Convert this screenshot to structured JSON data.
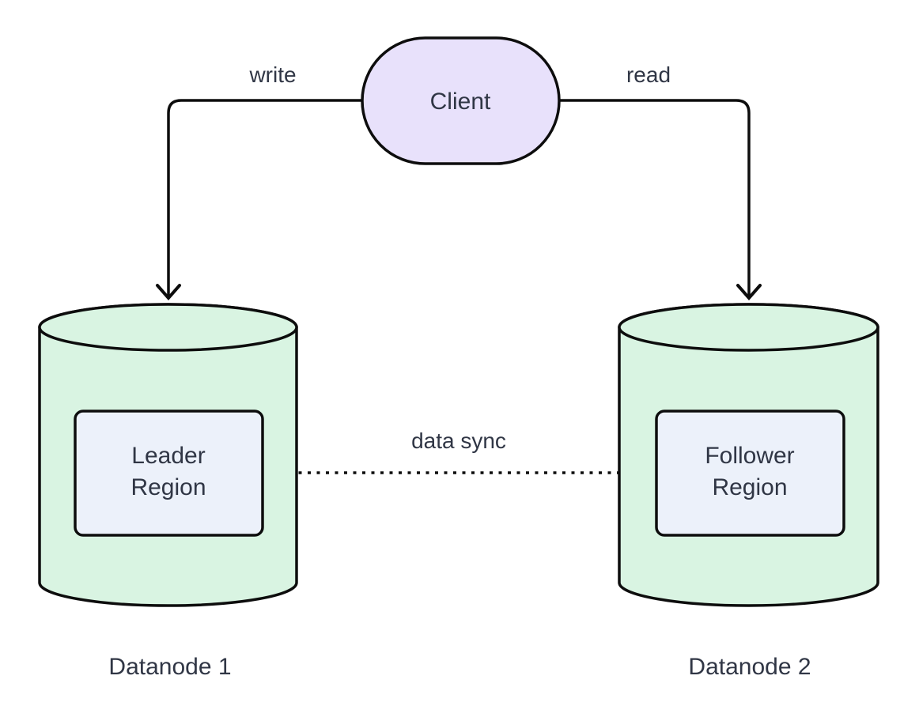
{
  "client": {
    "label": "Client"
  },
  "edges": {
    "write": {
      "label": "write",
      "style": "solid",
      "from": "Client",
      "to": "Datanode 1"
    },
    "read": {
      "label": "read",
      "style": "solid",
      "from": "Client",
      "to": "Datanode 2"
    },
    "data_sync": {
      "label": "data sync",
      "style": "dotted",
      "from": "Leader Region",
      "to": "Follower Region"
    }
  },
  "datanode1": {
    "label": "Datanode 1",
    "region": {
      "line1": "Leader",
      "line2": "Region"
    }
  },
  "datanode2": {
    "label": "Datanode 2",
    "region": {
      "line1": "Follower",
      "line2": "Region"
    }
  },
  "colors": {
    "client_fill": "#E8E1FB",
    "cylinder_fill": "#D9F4E2",
    "region_fill": "#ECF1FA",
    "line": "#0D0D0D",
    "text": "#303645"
  }
}
